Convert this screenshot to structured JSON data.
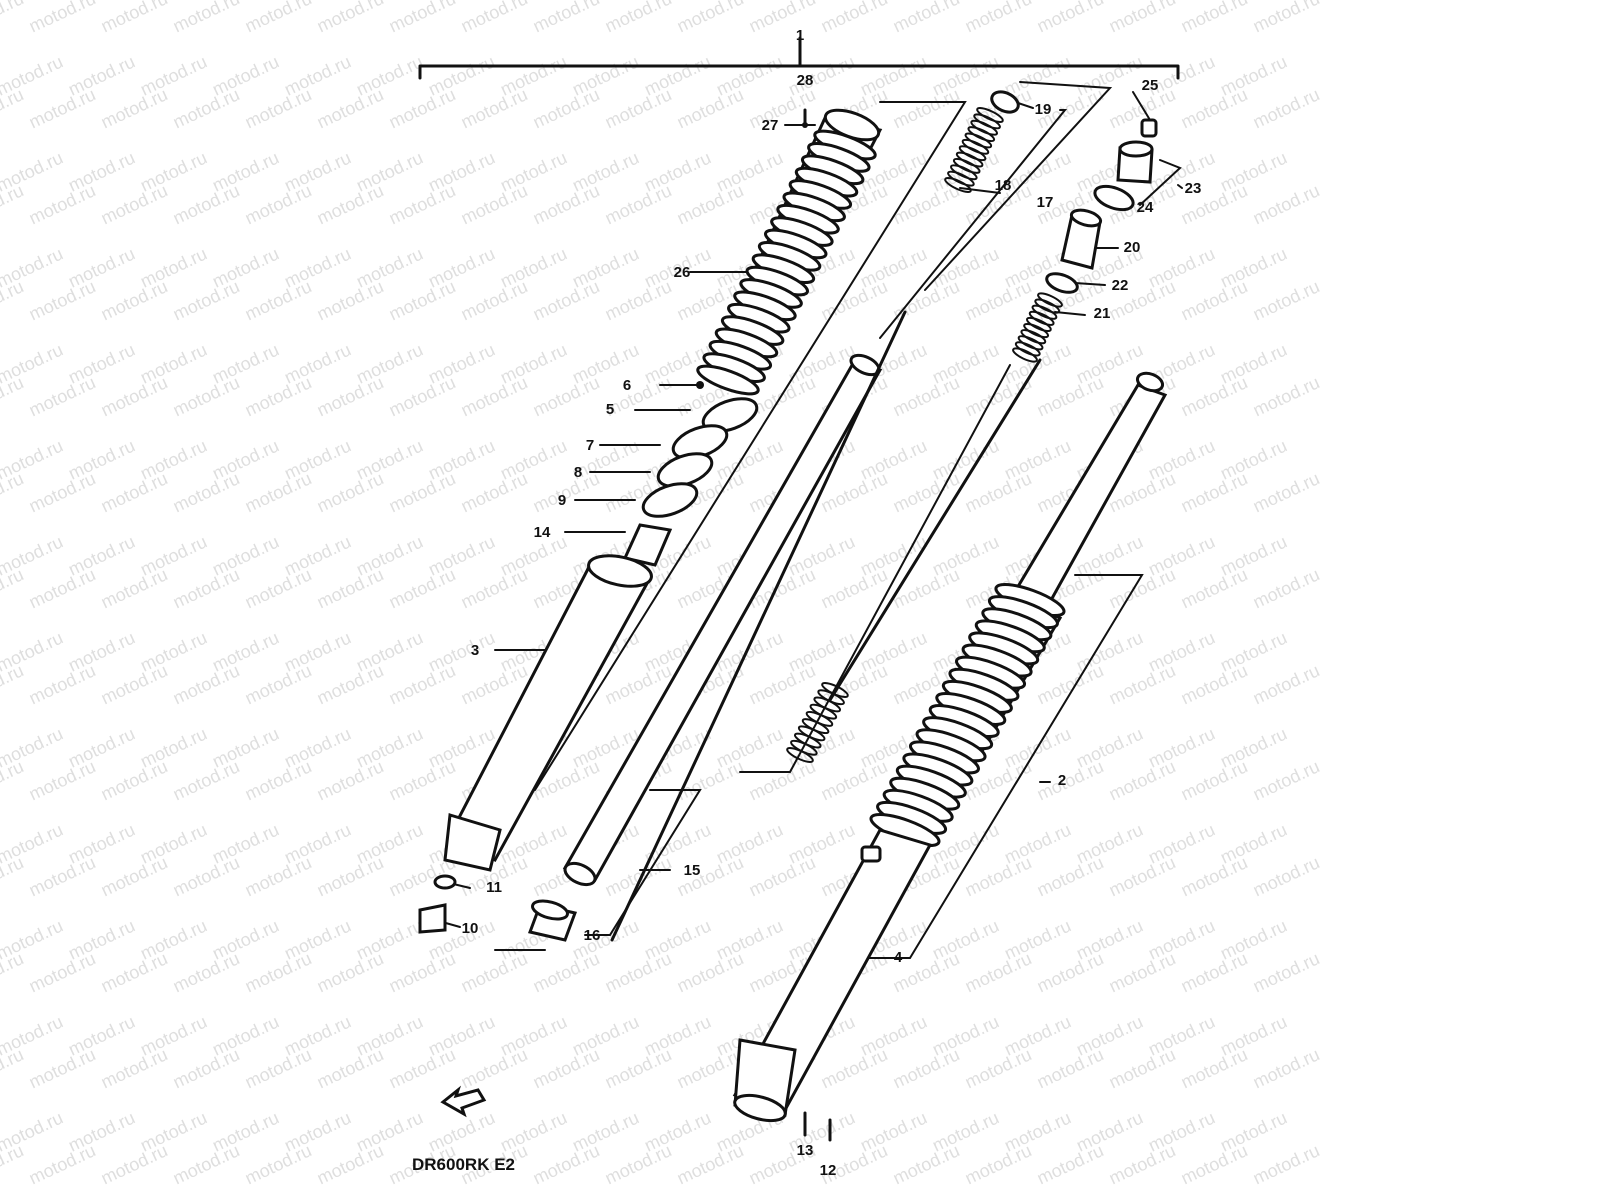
{
  "watermark": "motod.ru",
  "model_code": "DR600RK E2",
  "callouts": [
    {
      "id": "c1",
      "text": "1"
    },
    {
      "id": "c2",
      "text": "2"
    },
    {
      "id": "c3",
      "text": "3"
    },
    {
      "id": "c4",
      "text": "4"
    },
    {
      "id": "c5",
      "text": "5"
    },
    {
      "id": "c6",
      "text": "6"
    },
    {
      "id": "c7",
      "text": "7"
    },
    {
      "id": "c8",
      "text": "8"
    },
    {
      "id": "c9",
      "text": "9"
    },
    {
      "id": "c10",
      "text": "10"
    },
    {
      "id": "c11",
      "text": "11"
    },
    {
      "id": "c12",
      "text": "12"
    },
    {
      "id": "c13",
      "text": "13"
    },
    {
      "id": "c14",
      "text": "14"
    },
    {
      "id": "c15",
      "text": "15"
    },
    {
      "id": "c16",
      "text": "16"
    },
    {
      "id": "c17",
      "text": "17"
    },
    {
      "id": "c18",
      "text": "18"
    },
    {
      "id": "c19",
      "text": "19"
    },
    {
      "id": "c20",
      "text": "20"
    },
    {
      "id": "c21",
      "text": "21"
    },
    {
      "id": "c22",
      "text": "22"
    },
    {
      "id": "c23",
      "text": "23"
    },
    {
      "id": "c24",
      "text": "24"
    },
    {
      "id": "c25",
      "text": "25"
    },
    {
      "id": "c26",
      "text": "26"
    },
    {
      "id": "c27",
      "text": "27"
    },
    {
      "id": "c28",
      "text": "28"
    }
  ],
  "icons": {
    "front_arrow": "front-direction-arrow-icon"
  }
}
